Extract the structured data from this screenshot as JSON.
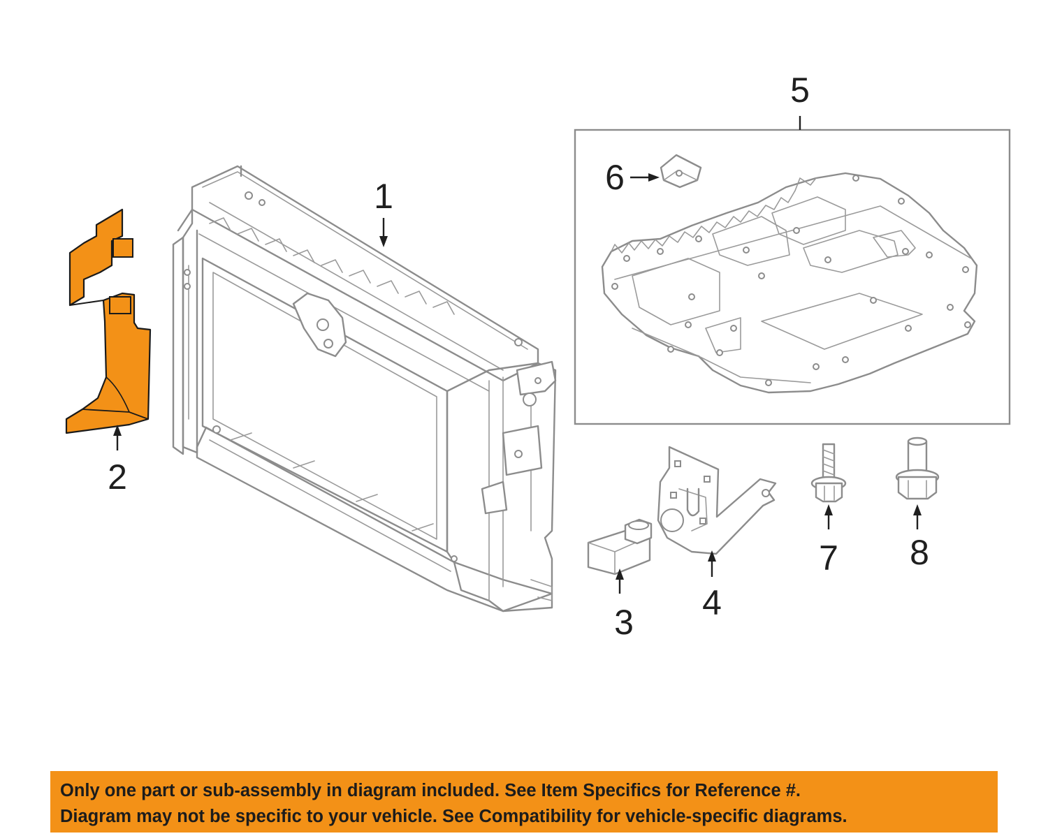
{
  "callouts": {
    "c1": "1",
    "c2": "2",
    "c3": "3",
    "c4": "4",
    "c5": "5",
    "c6": "6",
    "c7": "7",
    "c8": "8"
  },
  "highlight_color": "#f39117",
  "line_color": "#8c8c8c",
  "disclaimer": {
    "line1": "Only one part or sub-assembly in diagram included. See Item Specifics for Reference #.",
    "line2": "Diagram may not be specific to your vehicle. See Compatibility for vehicle-specific diagrams."
  }
}
